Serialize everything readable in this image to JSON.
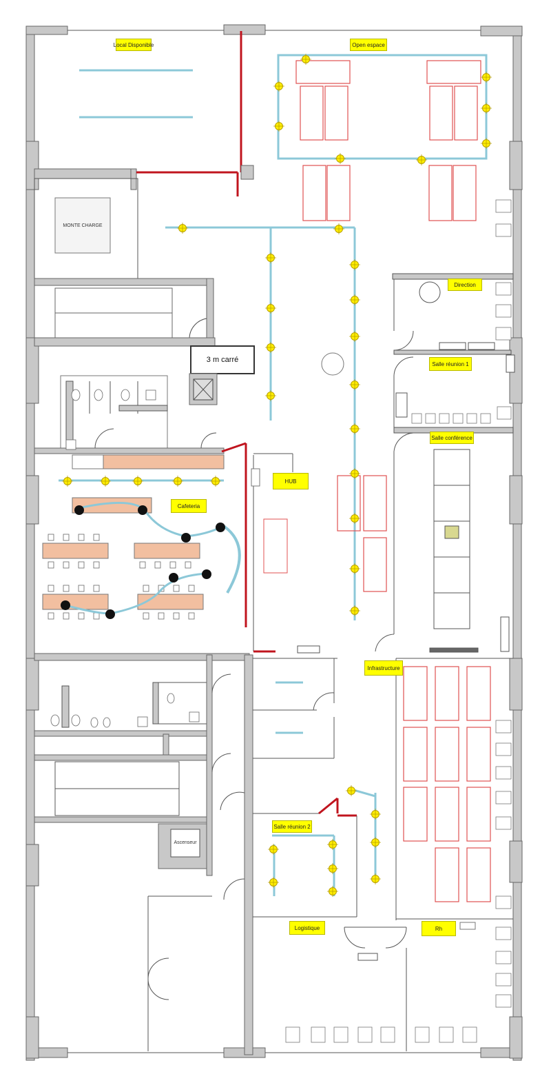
{
  "rooms": {
    "local_disponible": "Local Disponible",
    "open_espace": "Open espace",
    "monte_charge": "MONTE CHARGE",
    "surface_3m": "3 m carré",
    "direction": "Direction",
    "salle_reunion_1": "Salle réunion 1",
    "salle_conference": "Salle conférence",
    "hub": "HUB",
    "cafeteria": "Cafeteria",
    "infrastructure": "Infrastructure",
    "salle_reunion_2": "Salle réunion 2",
    "ascenseur": "Ascenseur",
    "logistique": "Logistique",
    "rh": "Rh"
  },
  "colors": {
    "wall": "#c8c8c8",
    "wall_edge": "#666666",
    "partition": "#555555",
    "red_wall": "#c0141e",
    "desk": "#e05050",
    "blue_line": "#8cc8d8",
    "light": "#ffee00",
    "label_bg": "#ffff00",
    "peach": "#f2bfa0"
  },
  "icons": [
    "light-fixture-icon",
    "door-swing-icon",
    "chair-icon",
    "toilet-icon",
    "sink-icon",
    "stairs-icon",
    "elevator-icon"
  ]
}
